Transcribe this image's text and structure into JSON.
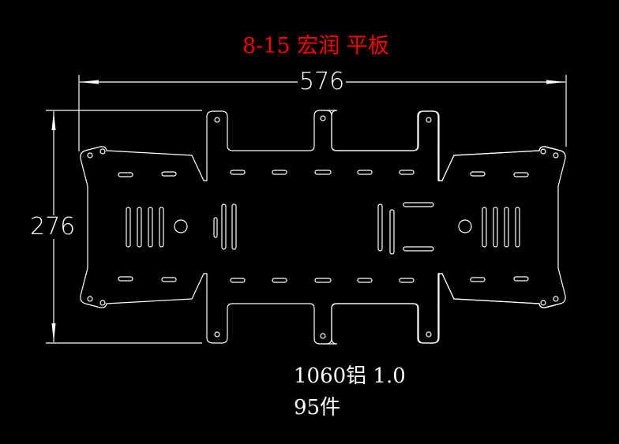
{
  "title": "8-15 宏润 平板",
  "dimensions": {
    "width": "576",
    "height": "276"
  },
  "notes": {
    "material": "1060铝 1.0",
    "quantity": "95件"
  },
  "colors": {
    "background": "#000000",
    "title": "#ff0000",
    "lines": "#ffffff"
  }
}
